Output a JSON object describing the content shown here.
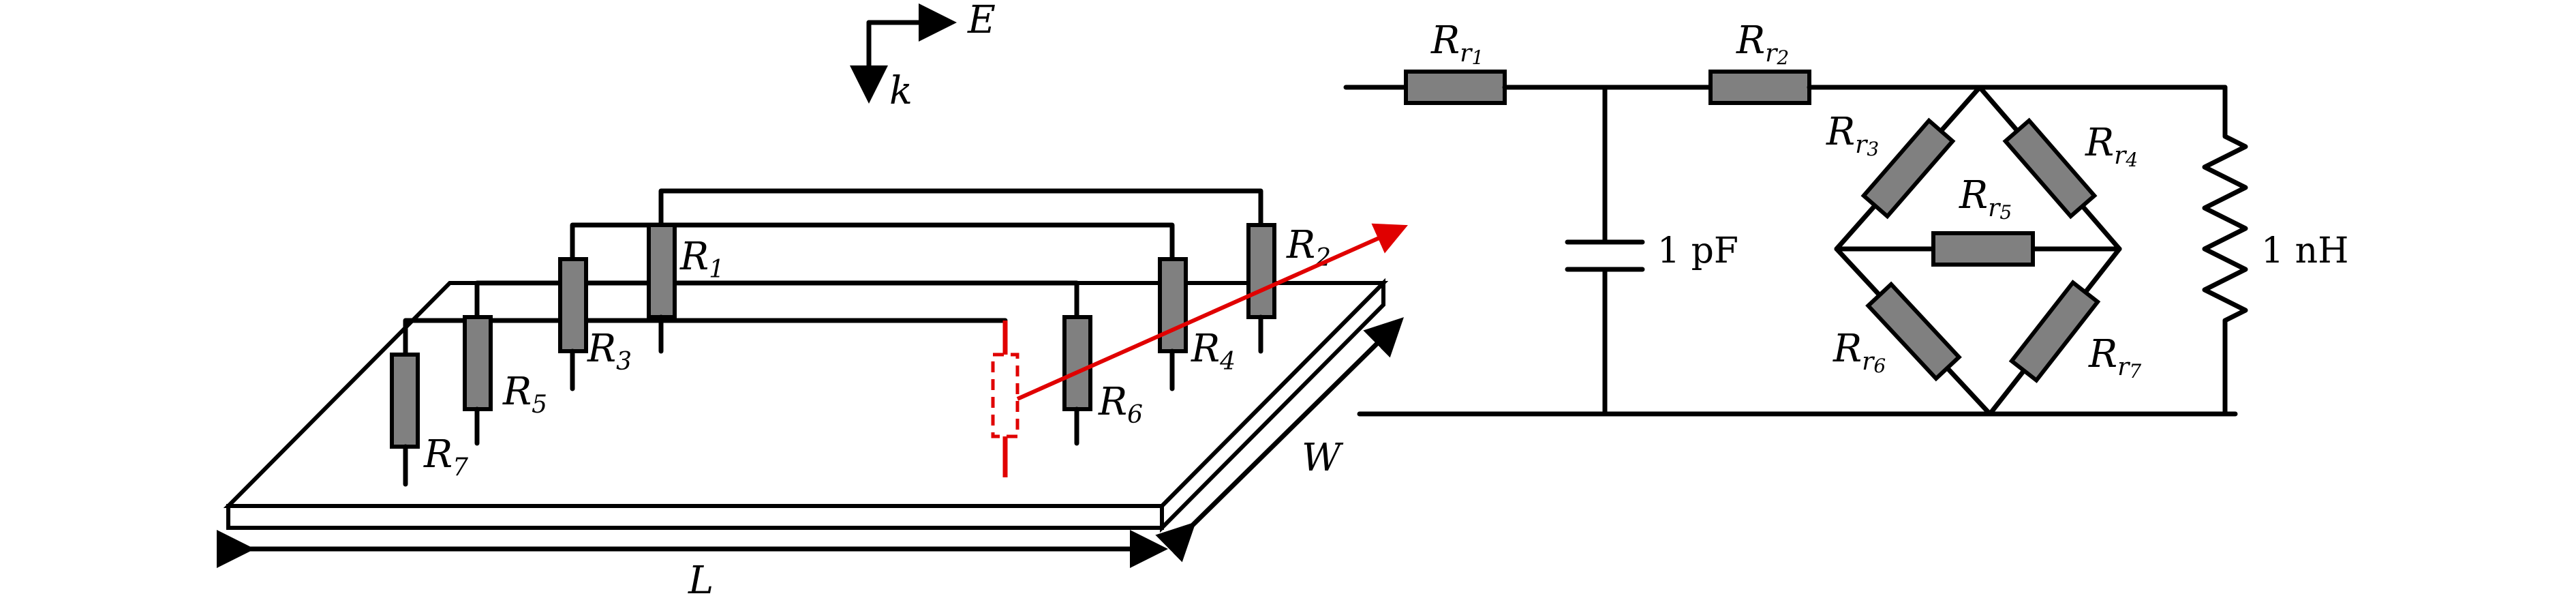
{
  "field": {
    "e_label": "E",
    "k_label": "k"
  },
  "board": {
    "length_label": "L",
    "width_label": "W"
  },
  "resistors": {
    "r1": {
      "main": "R",
      "sub": "1"
    },
    "r2": {
      "main": "R",
      "sub": "2"
    },
    "r3": {
      "main": "R",
      "sub": "3"
    },
    "r4": {
      "main": "R",
      "sub": "4"
    },
    "r5": {
      "main": "R",
      "sub": "5"
    },
    "r6": {
      "main": "R",
      "sub": "6"
    },
    "r7": {
      "main": "R",
      "sub": "7"
    }
  },
  "circuit": {
    "rr1": {
      "main": "R",
      "sub": "r",
      "subsub": "1"
    },
    "rr2": {
      "main": "R",
      "sub": "r",
      "subsub": "2"
    },
    "rr3": {
      "main": "R",
      "sub": "r",
      "subsub": "3"
    },
    "rr4": {
      "main": "R",
      "sub": "r",
      "subsub": "4"
    },
    "rr5": {
      "main": "R",
      "sub": "r",
      "subsub": "5"
    },
    "rr6": {
      "main": "R",
      "sub": "r",
      "subsub": "6"
    },
    "rr7": {
      "main": "R",
      "sub": "r",
      "subsub": "7"
    },
    "capacitor_label": "1 pF",
    "inductor_label": "1 nH"
  },
  "colors": {
    "wire": "#000000",
    "resistor_fill": "#808080",
    "accent": "#e00000"
  }
}
